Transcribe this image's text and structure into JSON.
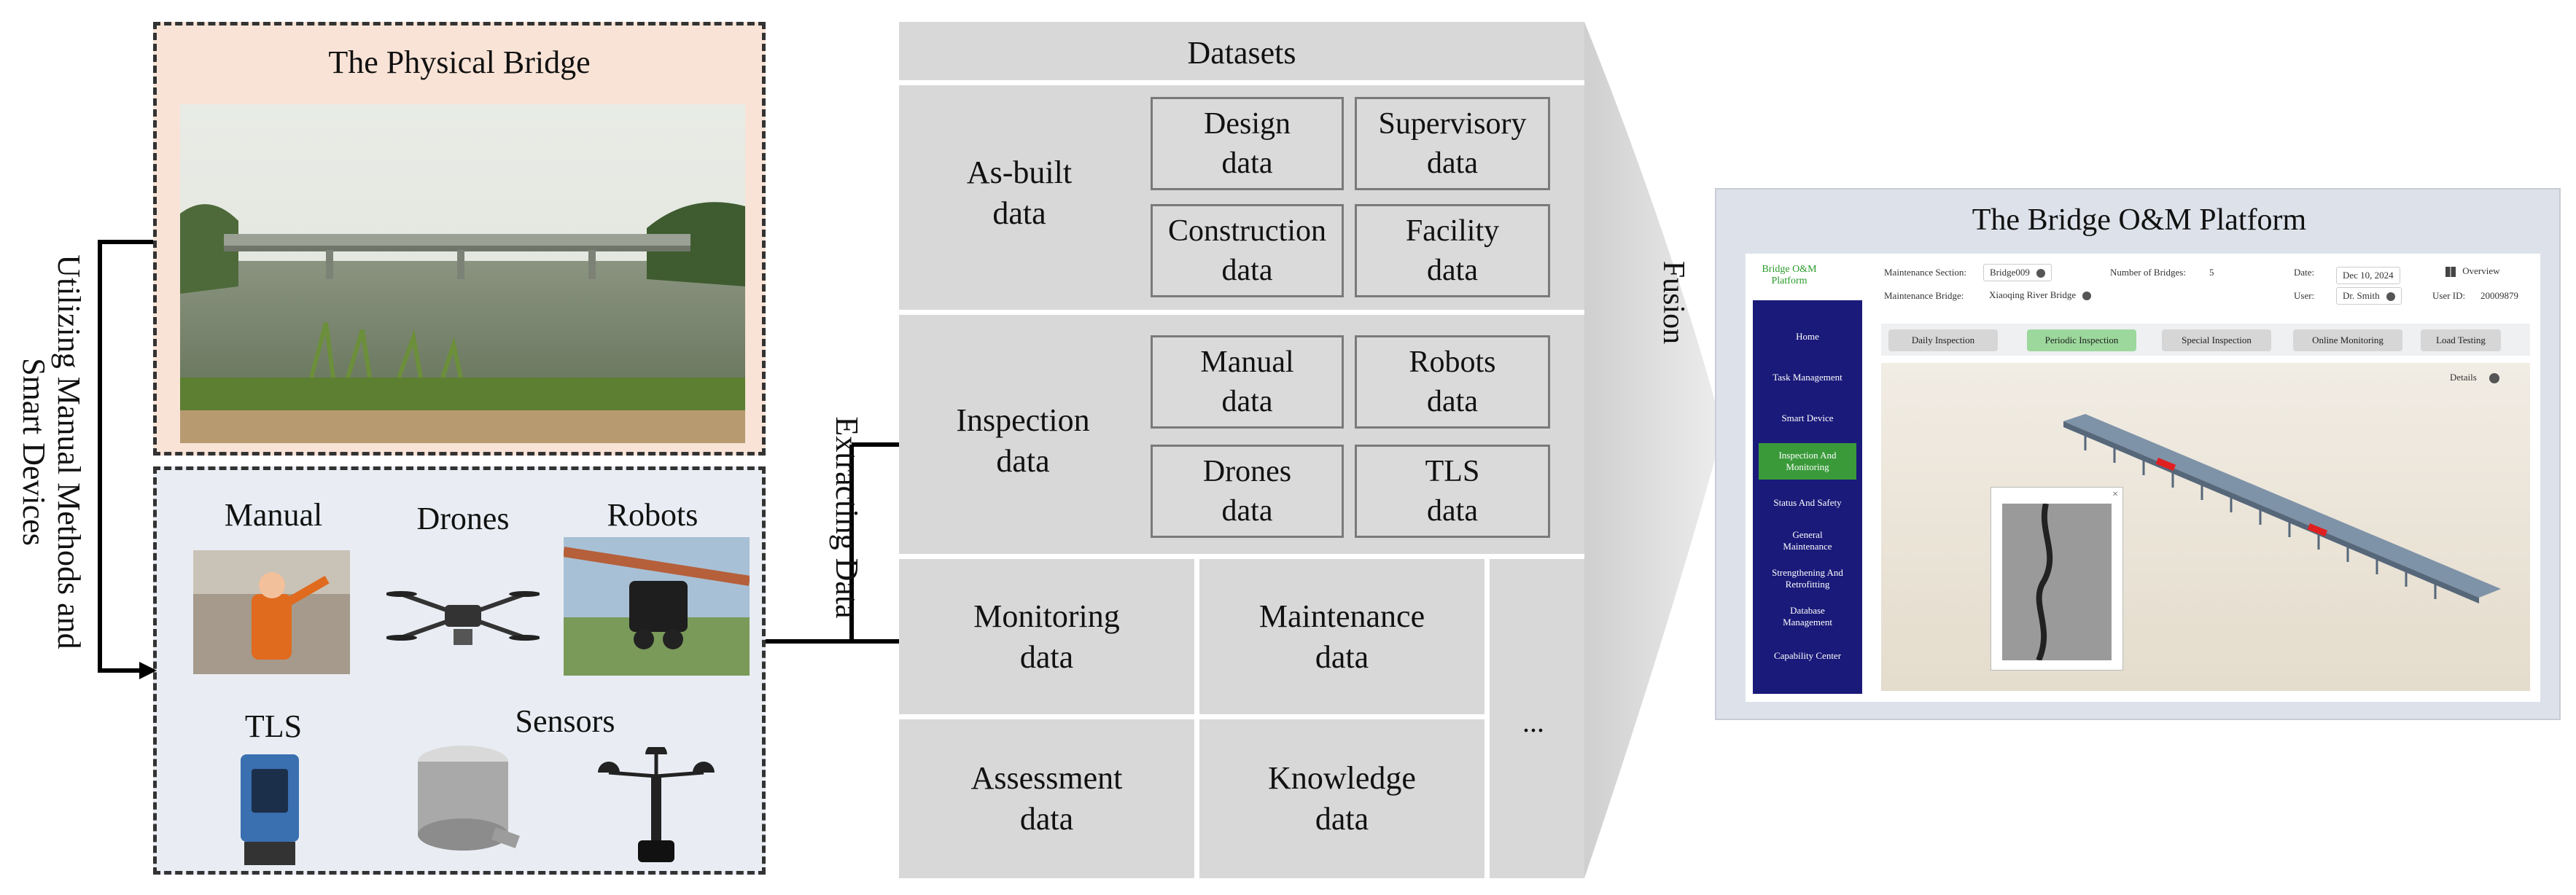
{
  "physical": {
    "title": "The Physical Bridge"
  },
  "devices": {
    "manual": "Manual",
    "drones": "Drones",
    "robots": "Robots",
    "tls": "TLS",
    "sensors": "Sensors"
  },
  "side_label": {
    "line1": "Utilizing Manual Methods and",
    "line2": "Smart Devices"
  },
  "extract_label": "Extracting Data",
  "fusion_label": "Fusion",
  "datasets": {
    "title": "Datasets",
    "asbuilt": {
      "line1": "As-built",
      "line2": "data",
      "items": [
        {
          "l1": "Design",
          "l2": "data"
        },
        {
          "l1": "Supervisory",
          "l2": "data"
        },
        {
          "l1": "Construction",
          "l2": "data"
        },
        {
          "l1": "Facility",
          "l2": "data"
        }
      ]
    },
    "inspection": {
      "line1": "Inspection",
      "line2": "data",
      "items": [
        {
          "l1": "Manual",
          "l2": "data"
        },
        {
          "l1": "Robots",
          "l2": "data"
        },
        {
          "l1": "Drones",
          "l2": "data"
        },
        {
          "l1": "TLS",
          "l2": "data"
        }
      ]
    },
    "grid": [
      {
        "l1": "Monitoring",
        "l2": "data"
      },
      {
        "l1": "Maintenance",
        "l2": "data"
      },
      {
        "l1": "Assessment",
        "l2": "data"
      },
      {
        "l1": "Knowledge",
        "l2": "data"
      }
    ],
    "more": "..."
  },
  "platform": {
    "title": "The Bridge O&M Platform",
    "logo_l1": "Bridge O&M",
    "logo_l2": "Platform",
    "maint_section_label": "Maintenance Section:",
    "maint_section_value": "Bridge009",
    "num_bridges_label": "Number of Bridges:",
    "num_bridges_value": "5",
    "date_label": "Date:",
    "date_value": "Dec 10, 2024",
    "overview": "Overview",
    "maint_bridge_label": "Maintenance Bridge:",
    "maint_bridge_value": "Xiaoqing River Bridge",
    "user_label": "User:",
    "user_value": "Dr. Smith",
    "userid_label": "User ID:",
    "userid_value": "20009879",
    "menu": [
      "Home",
      "Task Management",
      "Smart Device",
      "Inspection And Monitoring",
      "Status And Safety",
      "General Maintenance",
      "Strengthening And Retrofitting",
      "Database Management",
      "Capability Center"
    ],
    "tabs": [
      "Daily Inspection",
      "Periodic Inspection",
      "Special Inspection",
      "Online Monitoring",
      "Load Testing"
    ],
    "details": "Details",
    "colors": {
      "menu_bg": "#1a1a7a",
      "menu_active": "#3a9a3a",
      "tab_active": "#9cd89c",
      "tab_bg": "#d6d6d6",
      "logo": "#2a9a2a",
      "defect": "#e02020"
    }
  },
  "colors": {
    "physical_bg": "#f9e3d6",
    "devices_bg": "#e9edf3",
    "datasets_bg": "#d8d8d8"
  }
}
